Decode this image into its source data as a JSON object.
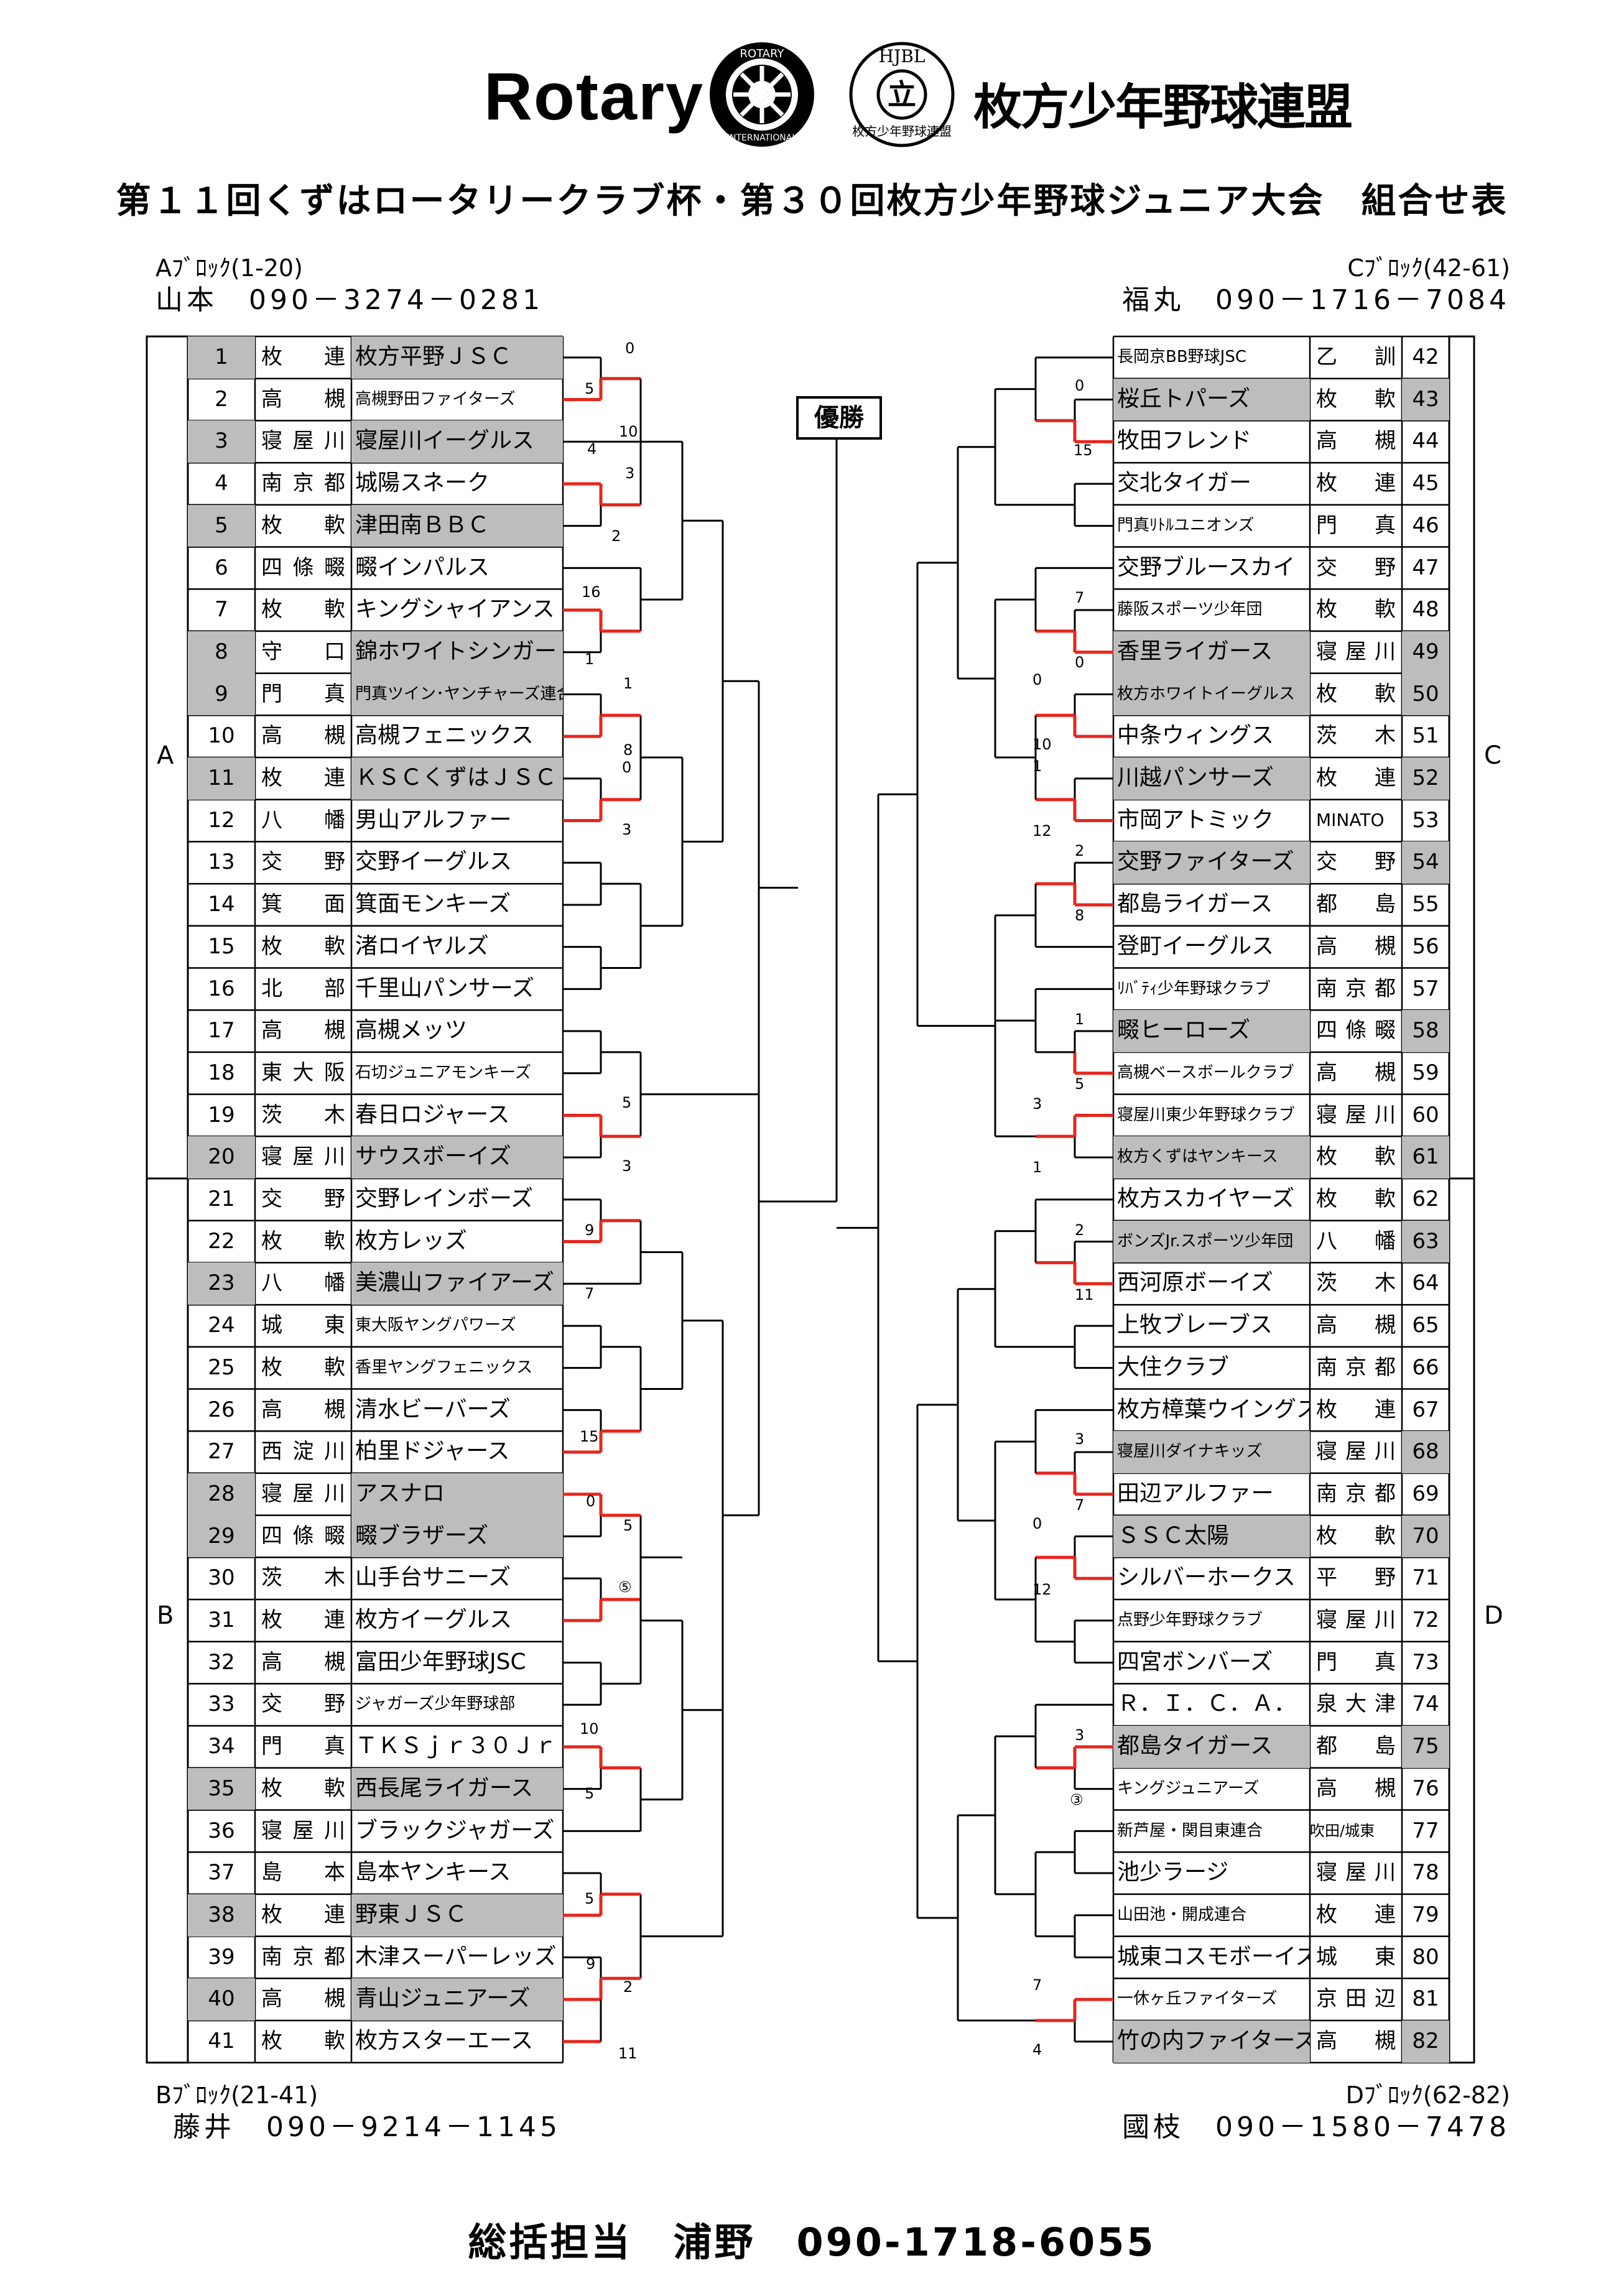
{
  "header": {
    "rotary": "Rotary",
    "wheel_outer": "ROTARY",
    "wheel_inner": "INTERNATIONAL",
    "hjbl_letters": "HJBL",
    "hjbl_mark": "立",
    "hjbl_ring": "枚方少年野球連盟",
    "league_name": "枚方少年野球連盟",
    "title": "第１１回くずはロータリークラブ杯・第３０回枚方少年野球ジュニア大会　組合せ表"
  },
  "blocks": {
    "A": {
      "label": "Aﾌﾞﾛｯｸ(1-20)",
      "contact": "山本　090－3274－0281",
      "letter": "A"
    },
    "B": {
      "label": "Bﾌﾞﾛｯｸ(21-41)",
      "contact": "藤井　090－9214－1145",
      "letter": "B"
    },
    "C": {
      "label": "Cﾌﾞﾛｯｸ(42-61)",
      "contact": "福丸　090－1716－7084",
      "letter": "C"
    },
    "D": {
      "label": "Dﾌﾞﾛｯｸ(62-82)",
      "contact": "國枝　090－1580－7478",
      "letter": "D"
    }
  },
  "championship_label": "優勝",
  "footer": "総括担当　浦野　090-1718-6055",
  "left_teams": [
    {
      "no": "1",
      "loc": "枚連",
      "name": "枚方平野ＪＳＣ",
      "shade": true
    },
    {
      "no": "2",
      "loc": "高槻",
      "name": "高槻野田ファイターズ",
      "shade": false,
      "small": true
    },
    {
      "no": "3",
      "loc": "寝屋川",
      "name": "寝屋川イーグルス",
      "shade": true
    },
    {
      "no": "4",
      "loc": "南京都",
      "name": "城陽スネーク",
      "shade": false
    },
    {
      "no": "5",
      "loc": "枚軟",
      "name": "津田南ＢＢＣ",
      "shade": true
    },
    {
      "no": "6",
      "loc": "四條畷",
      "name": "畷インパルス",
      "shade": false
    },
    {
      "no": "7",
      "loc": "枚軟",
      "name": "キングシャイアンス",
      "shade": false
    },
    {
      "no": "8",
      "loc": "守口",
      "name": "錦ホワイトシンガー",
      "shade": true
    },
    {
      "no": "9",
      "loc": "門真",
      "name": "門真ツイン･ヤンチャーズ連合",
      "shade": true,
      "small": true
    },
    {
      "no": "10",
      "loc": "高槻",
      "name": "高槻フェニックス",
      "shade": false
    },
    {
      "no": "11",
      "loc": "枚連",
      "name": "ＫＳＣくずはＪＳＣ",
      "shade": true
    },
    {
      "no": "12",
      "loc": "八幡",
      "name": "男山アルファー",
      "shade": false
    },
    {
      "no": "13",
      "loc": "交野",
      "name": "交野イーグルス",
      "shade": false
    },
    {
      "no": "14",
      "loc": "箕面",
      "name": "箕面モンキーズ",
      "shade": false
    },
    {
      "no": "15",
      "loc": "枚軟",
      "name": "渚ロイヤルズ",
      "shade": false
    },
    {
      "no": "16",
      "loc": "北部",
      "name": "千里山パンサーズ",
      "shade": false
    },
    {
      "no": "17",
      "loc": "高槻",
      "name": "高槻メッツ",
      "shade": false
    },
    {
      "no": "18",
      "loc": "東大阪",
      "name": "石切ジュニアモンキーズ",
      "shade": false,
      "small": true
    },
    {
      "no": "19",
      "loc": "茨木",
      "name": "春日ロジャース",
      "shade": false
    },
    {
      "no": "20",
      "loc": "寝屋川",
      "name": "サウスボーイズ",
      "shade": true
    },
    {
      "no": "21",
      "loc": "交野",
      "name": "交野レインボーズ",
      "shade": false
    },
    {
      "no": "22",
      "loc": "枚軟",
      "name": "枚方レッズ",
      "shade": false
    },
    {
      "no": "23",
      "loc": "八幡",
      "name": "美濃山ファイアーズ",
      "shade": true
    },
    {
      "no": "24",
      "loc": "城東",
      "name": "東大阪ヤングパワーズ",
      "shade": false,
      "small": true
    },
    {
      "no": "25",
      "loc": "枚軟",
      "name": "香里ヤングフェニックス",
      "shade": false,
      "small": true
    },
    {
      "no": "26",
      "loc": "高槻",
      "name": "清水ビーバーズ",
      "shade": false
    },
    {
      "no": "27",
      "loc": "西淀川",
      "name": "柏里ドジャース",
      "shade": false
    },
    {
      "no": "28",
      "loc": "寝屋川",
      "name": "アスナロ",
      "shade": true
    },
    {
      "no": "29",
      "loc": "四條畷",
      "name": "畷ブラザーズ",
      "shade": true
    },
    {
      "no": "30",
      "loc": "茨木",
      "name": "山手台サニーズ",
      "shade": false
    },
    {
      "no": "31",
      "loc": "枚連",
      "name": "枚方イーグルス",
      "shade": false
    },
    {
      "no": "32",
      "loc": "高槻",
      "name": "富田少年野球JSC",
      "shade": false
    },
    {
      "no": "33",
      "loc": "交野",
      "name": "ジャガーズ少年野球部",
      "shade": false,
      "small": true
    },
    {
      "no": "34",
      "loc": "門真",
      "name": "ＴＫＳｊｒ３０Ｊｒ",
      "shade": false
    },
    {
      "no": "35",
      "loc": "枚軟",
      "name": "西長尾ライガース",
      "shade": true
    },
    {
      "no": "36",
      "loc": "寝屋川",
      "name": "ブラックジャガーズ",
      "shade": false
    },
    {
      "no": "37",
      "loc": "島本",
      "name": "島本ヤンキース",
      "shade": false
    },
    {
      "no": "38",
      "loc": "枚連",
      "name": "野東ＪＳＣ",
      "shade": true
    },
    {
      "no": "39",
      "loc": "南京都",
      "name": "木津スーパーレッズ",
      "shade": false
    },
    {
      "no": "40",
      "loc": "高槻",
      "name": "青山ジュニアーズ",
      "shade": true
    },
    {
      "no": "41",
      "loc": "枚軟",
      "name": "枚方スターエース",
      "shade": false
    }
  ],
  "right_teams": [
    {
      "no": "42",
      "loc": "乙訓",
      "name": "長岡京BB野球JSC",
      "shade": false,
      "small": true
    },
    {
      "no": "43",
      "loc": "枚軟",
      "name": "桜丘トパーズ",
      "shade": true
    },
    {
      "no": "44",
      "loc": "高槻",
      "name": "牧田フレンド",
      "shade": false
    },
    {
      "no": "45",
      "loc": "枚連",
      "name": "交北タイガー",
      "shade": false
    },
    {
      "no": "46",
      "loc": "門真",
      "name": "門真ﾘﾄﾙユニオンズ",
      "shade": false,
      "small": true
    },
    {
      "no": "47",
      "loc": "交野",
      "name": "交野ブルースカイ",
      "shade": false
    },
    {
      "no": "48",
      "loc": "枚軟",
      "name": "藤阪スポーツ少年団",
      "shade": false,
      "small": true
    },
    {
      "no": "49",
      "loc": "寝屋川",
      "name": "香里ライガース",
      "shade": true
    },
    {
      "no": "50",
      "loc": "枚軟",
      "name": "枚方ホワイトイーグルス",
      "shade": true,
      "small": true
    },
    {
      "no": "51",
      "loc": "茨木",
      "name": "中条ウィングス",
      "shade": false
    },
    {
      "no": "52",
      "loc": "枚連",
      "name": "川越パンサーズ",
      "shade": true
    },
    {
      "no": "53",
      "loc": "MINATO",
      "name": "市岡アトミック",
      "shade": false
    },
    {
      "no": "54",
      "loc": "交野",
      "name": "交野ファイターズ",
      "shade": true
    },
    {
      "no": "55",
      "loc": "都島",
      "name": "都島ライガース",
      "shade": false
    },
    {
      "no": "56",
      "loc": "高槻",
      "name": "登町イーグルス",
      "shade": false
    },
    {
      "no": "57",
      "loc": "南京都",
      "name": "ﾘﾊﾞﾃｨ少年野球クラブ",
      "shade": false,
      "small": true
    },
    {
      "no": "58",
      "loc": "四條畷",
      "name": "畷ヒーローズ",
      "shade": true
    },
    {
      "no": "59",
      "loc": "高槻",
      "name": "高槻ベースボールクラブ",
      "shade": false,
      "small": true
    },
    {
      "no": "60",
      "loc": "寝屋川",
      "name": "寝屋川東少年野球クラブ",
      "shade": false,
      "small": true
    },
    {
      "no": "61",
      "loc": "枚軟",
      "name": "枚方くずはヤンキース",
      "shade": true,
      "small": true
    },
    {
      "no": "62",
      "loc": "枚軟",
      "name": "枚方スカイヤーズ",
      "shade": false
    },
    {
      "no": "63",
      "loc": "八幡",
      "name": "ボンズJr.スポーツ少年団",
      "shade": true,
      "small": true
    },
    {
      "no": "64",
      "loc": "茨木",
      "name": "西河原ボーイズ",
      "shade": false
    },
    {
      "no": "65",
      "loc": "高槻",
      "name": "上牧ブレーブス",
      "shade": false
    },
    {
      "no": "66",
      "loc": "南京都",
      "name": "大住クラブ",
      "shade": false
    },
    {
      "no": "67",
      "loc": "枚連",
      "name": "枚方樟葉ウイングス",
      "shade": false
    },
    {
      "no": "68",
      "loc": "寝屋川",
      "name": "寝屋川ダイナキッズ",
      "shade": true,
      "small": true
    },
    {
      "no": "69",
      "loc": "南京都",
      "name": "田辺アルファー",
      "shade": false
    },
    {
      "no": "70",
      "loc": "枚軟",
      "name": "ＳＳＣ太陽",
      "shade": true
    },
    {
      "no": "71",
      "loc": "平野",
      "name": "シルバーホークス",
      "shade": false
    },
    {
      "no": "72",
      "loc": "寝屋川",
      "name": "点野少年野球クラブ",
      "shade": false,
      "small": true
    },
    {
      "no": "73",
      "loc": "門真",
      "name": "四宮ボンバーズ",
      "shade": false
    },
    {
      "no": "74",
      "loc": "泉大津",
      "name": "Ｒ．Ｉ．Ｃ．Ａ．",
      "shade": false
    },
    {
      "no": "75",
      "loc": "都島",
      "name": "都島タイガース",
      "shade": true
    },
    {
      "no": "76",
      "loc": "高槻",
      "name": "キングジュニアーズ",
      "shade": false,
      "small": true
    },
    {
      "no": "77",
      "loc": "吹田/城東",
      "name": "新芦屋・関目東連合",
      "shade": false,
      "small": true,
      "smallloc": true
    },
    {
      "no": "78",
      "loc": "寝屋川",
      "name": "池少ラージ",
      "shade": false
    },
    {
      "no": "79",
      "loc": "枚連",
      "name": "山田池・開成連合",
      "shade": false,
      "small": true
    },
    {
      "no": "80",
      "loc": "城東",
      "name": "城東コスモボーイズ",
      "shade": false
    },
    {
      "no": "81",
      "loc": "京田辺",
      "name": "一休ヶ丘ファイターズ",
      "shade": false,
      "small": true
    },
    {
      "no": "82",
      "loc": "高槻",
      "name": "竹の内ファイターズ",
      "shade": true
    }
  ],
  "scores": [
    {
      "t": "0"
    },
    {
      "t": "5"
    },
    {
      "t": "10"
    },
    {
      "t": "4"
    },
    {
      "t": "3"
    },
    {
      "t": "2"
    },
    {
      "t": "16"
    },
    {
      "t": "1"
    },
    {
      "t": "1"
    },
    {
      "t": "8"
    },
    {
      "t": "0"
    },
    {
      "t": "3"
    },
    {
      "t": "5"
    },
    {
      "t": "3"
    },
    {
      "t": "9"
    },
    {
      "t": "7"
    },
    {
      "t": "15"
    },
    {
      "t": "0"
    },
    {
      "t": "5"
    },
    {
      "t": "⑤"
    },
    {
      "t": "10"
    },
    {
      "t": "5"
    },
    {
      "t": "5"
    },
    {
      "t": "9"
    },
    {
      "t": "2"
    },
    {
      "t": "11"
    },
    {
      "t": "0"
    },
    {
      "t": "15"
    },
    {
      "t": "7"
    },
    {
      "t": "0"
    },
    {
      "t": "0"
    },
    {
      "t": "10"
    },
    {
      "t": "1"
    },
    {
      "t": "12"
    },
    {
      "t": "2"
    },
    {
      "t": "8"
    },
    {
      "t": "1"
    },
    {
      "t": "5"
    },
    {
      "t": "3"
    },
    {
      "t": "1"
    },
    {
      "t": "2"
    },
    {
      "t": "11"
    },
    {
      "t": "3"
    },
    {
      "t": "7"
    },
    {
      "t": "0"
    },
    {
      "t": "12"
    },
    {
      "t": "3"
    },
    {
      "t": "③"
    },
    {
      "t": "7"
    },
    {
      "t": "4"
    }
  ]
}
